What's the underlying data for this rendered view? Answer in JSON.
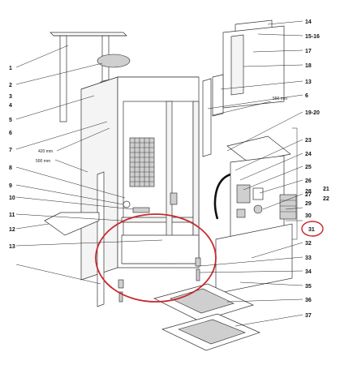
{
  "callouts": [
    {
      "label": "1"
    },
    {
      "label": "2"
    },
    {
      "label": "3"
    },
    {
      "label": "4"
    },
    {
      "label": "5"
    },
    {
      "label": "6"
    },
    {
      "label": "7"
    },
    {
      "label": "8"
    },
    {
      "label": "9"
    },
    {
      "label": "10"
    },
    {
      "label": "11"
    },
    {
      "label": "12"
    },
    {
      "label": "13"
    },
    {
      "label": "14"
    },
    {
      "label": "15-16"
    },
    {
      "label": "17"
    },
    {
      "label": "18"
    },
    {
      "label": "13"
    },
    {
      "label": "6"
    },
    {
      "label": "19-20"
    },
    {
      "label": "23"
    },
    {
      "label": "24"
    },
    {
      "label": "25"
    },
    {
      "label": "26"
    },
    {
      "label": "27"
    },
    {
      "label": "28"
    },
    {
      "label": "29"
    },
    {
      "label": "30"
    },
    {
      "label": "31"
    },
    {
      "label": "32"
    },
    {
      "label": "33"
    },
    {
      "label": "34"
    },
    {
      "label": "35"
    },
    {
      "label": "36"
    },
    {
      "label": "37"
    },
    {
      "label": "21"
    },
    {
      "label": "22"
    }
  ],
  "dimensions": {
    "d420": "420 mm",
    "d500": "500 mm",
    "d560": "560 mm"
  },
  "highlight": {
    "color": "#c8282d",
    "target": "31"
  }
}
